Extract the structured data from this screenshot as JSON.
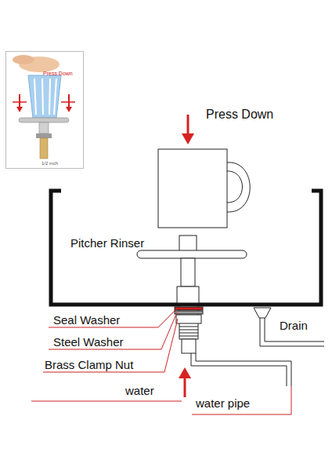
{
  "diagram": {
    "nodes": [
      {
        "text": [
          "Press Down",
          "1/2 inch"
        ]
      }
    ],
    "labels": [
      "Press Down",
      "Pitcher Rinser",
      "Seal Washer",
      "Steel Washer",
      "Brass Clamp Nut",
      "water",
      "Drain",
      "water pipe"
    ]
  }
}
